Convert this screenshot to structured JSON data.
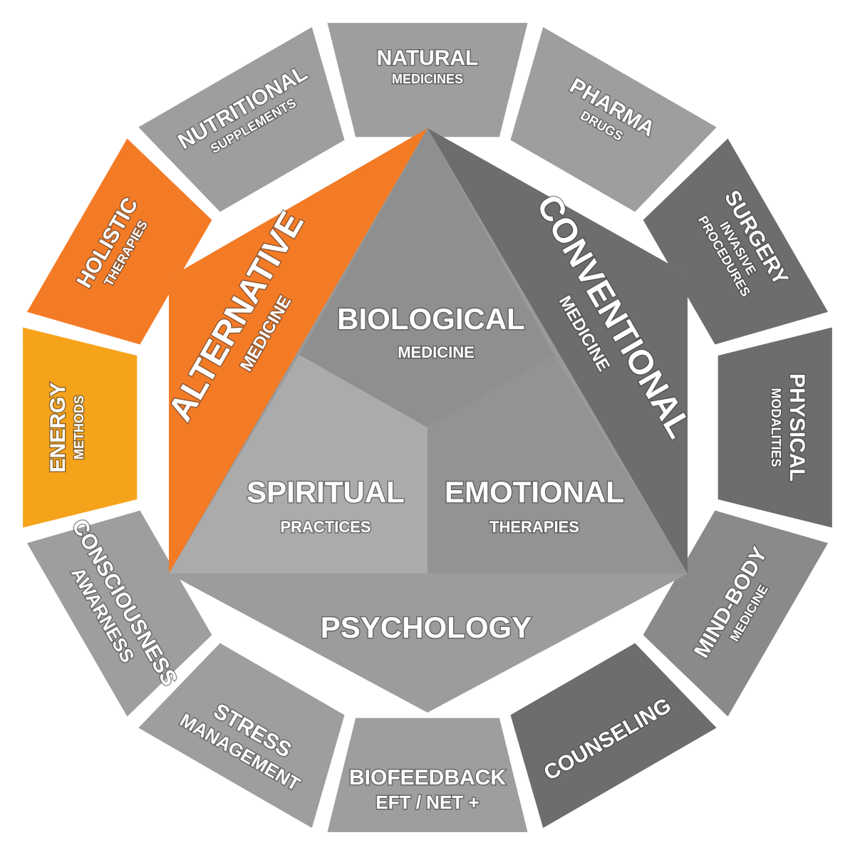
{
  "colors": {
    "gray_light": "#9e9e9e",
    "gray_mid": "#8a8a8a",
    "gray_dark": "#6d6d6d",
    "orange": "#f47b26",
    "amber": "#f6a31c",
    "white": "#ffffff"
  },
  "ring": [
    {
      "id": "natural",
      "title": "NATURAL",
      "subtitle": "MEDICINES",
      "color": "gray_light"
    },
    {
      "id": "pharma",
      "title": "PHARMA",
      "subtitle": "DRUGS",
      "color": "gray_light"
    },
    {
      "id": "surgery",
      "title": "SURGERY",
      "subtitle": "INVASIVE",
      "subtitle2": "PROCEDURES",
      "color": "gray_dark"
    },
    {
      "id": "physical",
      "title": "PHYSICAL",
      "subtitle": "MODALITIES",
      "color": "gray_dark"
    },
    {
      "id": "mindbody",
      "title": "MIND-BODY",
      "subtitle": "MEDICINE",
      "color": "gray_mid"
    },
    {
      "id": "counseling",
      "title": "COUNSELING",
      "subtitle": "",
      "color": "gray_dark"
    },
    {
      "id": "biofeedback",
      "title": "BIOFEEDBACK",
      "subtitle": "EFT / NET +",
      "color": "gray_light"
    },
    {
      "id": "stress",
      "title": "STRESS",
      "subtitle": "MANAGEMENT",
      "color": "gray_light"
    },
    {
      "id": "consciousness",
      "title": "CONSCIOUSNESS",
      "subtitle": "AWARNESS",
      "color": "gray_light"
    },
    {
      "id": "energy",
      "title": "ENERGY",
      "subtitle": "METHODS",
      "color": "amber"
    },
    {
      "id": "holistic",
      "title": "HOLISTIC",
      "subtitle": "THERAPIES",
      "color": "orange"
    },
    {
      "id": "nutritional",
      "title": "NUTRITIONAL",
      "subtitle": "SUPPLEMENTS",
      "color": "gray_light"
    }
  ],
  "center": {
    "biological": {
      "title": "BIOLOGICAL",
      "subtitle": "MEDICINE"
    },
    "spiritual": {
      "title": "SPIRITUAL",
      "subtitle": "PRACTICES"
    },
    "emotional": {
      "title": "EMOTIONAL",
      "subtitle": "THERAPIES"
    },
    "alternative": {
      "title": "ALTERNATIVE",
      "subtitle": "MEDICINE"
    },
    "conventional": {
      "title": "CONVENTIONAL",
      "subtitle": "MEDICINE"
    },
    "psychology": {
      "title": "PSYCHOLOGY"
    }
  }
}
